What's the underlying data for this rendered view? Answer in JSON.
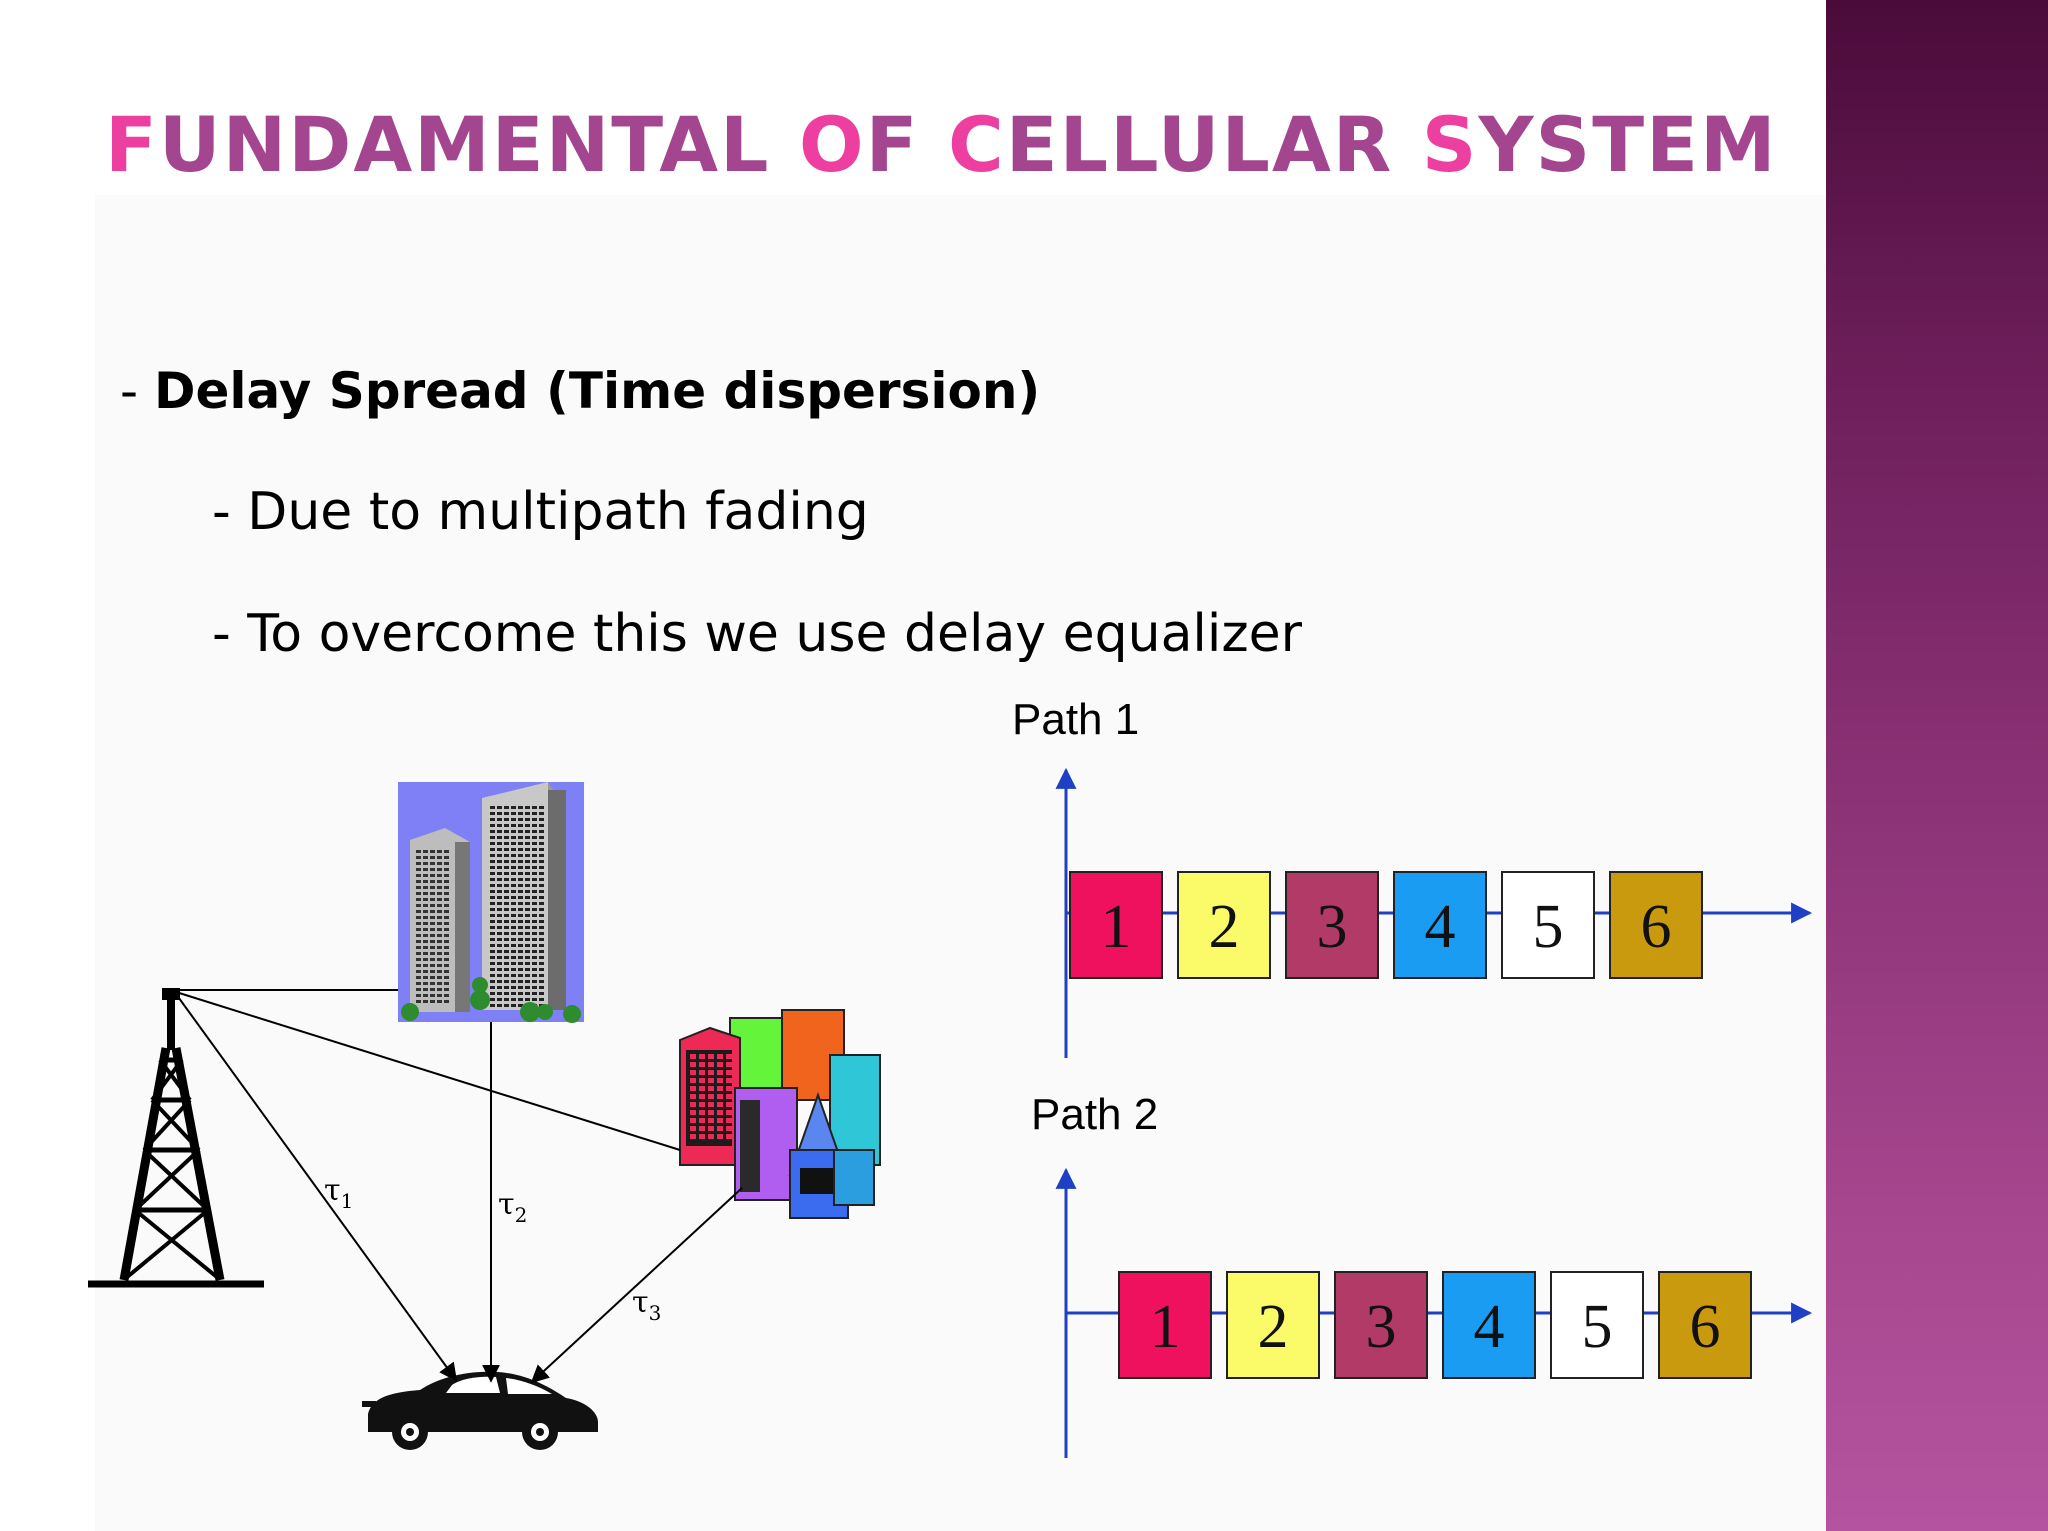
{
  "slide": {
    "title_words": [
      {
        "initial": "F",
        "rest": "UNDAMENTAL"
      },
      {
        "initial": "O",
        "rest": "F"
      },
      {
        "initial": "C",
        "rest": "ELLULAR"
      },
      {
        "initial": "S",
        "rest": "YSTEM"
      }
    ],
    "bullets": {
      "level1_prefix": "- ",
      "level1_text": "Delay Spread (Time dispersion)",
      "level2_a": "-  Due to multipath fading",
      "level2_b": "- To overcome this we use delay equalizer"
    }
  },
  "diagram": {
    "delay_labels": [
      {
        "symbol": "τ",
        "sub": "1"
      },
      {
        "symbol": "τ",
        "sub": "2"
      },
      {
        "symbol": "τ",
        "sub": "3"
      }
    ],
    "paths": [
      {
        "label": "Path 1",
        "symbols": [
          "1",
          "2",
          "3",
          "4",
          "5",
          "6"
        ]
      },
      {
        "label": "Path 2",
        "symbols": [
          "1",
          "2",
          "3",
          "4",
          "5",
          "6"
        ]
      }
    ],
    "symbol_colors": [
      "#f0115e",
      "#fbfb6a",
      "#b23a66",
      "#1a9cf2",
      "#ffffff",
      "#c99a0e"
    ],
    "accent_colors": {
      "title_initial": "#ec3fa0",
      "title_rest": "#a4468f",
      "axis": "#1f3fc4"
    }
  }
}
